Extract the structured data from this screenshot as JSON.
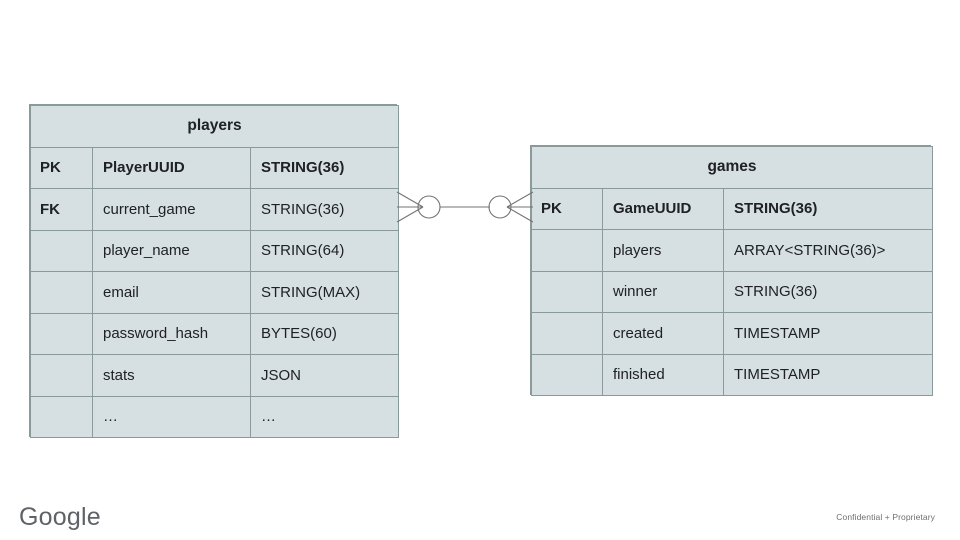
{
  "slide": {
    "background": "#ffffff",
    "table_fill": "#d6e0e2",
    "border_color": "#8a9a9a",
    "text_color": "#202124"
  },
  "entities": [
    {
      "id": "players",
      "title": "players",
      "columns": [
        {
          "key": "PK",
          "name": "PlayerUUID",
          "type": "STRING(36)",
          "bold": true
        },
        {
          "key": "FK",
          "name": "current_game",
          "type": "STRING(36)",
          "bold": false
        },
        {
          "key": "",
          "name": "player_name",
          "type": "STRING(64)",
          "bold": false
        },
        {
          "key": "",
          "name": "email",
          "type": "STRING(MAX)",
          "bold": false
        },
        {
          "key": "",
          "name": "password_hash",
          "type": "BYTES(60)",
          "bold": false
        },
        {
          "key": "",
          "name": "stats",
          "type": "JSON",
          "bold": false
        },
        {
          "key": "",
          "name": "…",
          "type": "…",
          "bold": false
        }
      ]
    },
    {
      "id": "games",
      "title": "games",
      "columns": [
        {
          "key": "PK",
          "name": "GameUUID",
          "type": "STRING(36)",
          "bold": true
        },
        {
          "key": "",
          "name": "players",
          "type": "ARRAY<STRING(36)>",
          "bold": false
        },
        {
          "key": "",
          "name": "winner",
          "type": "STRING(36)",
          "bold": false
        },
        {
          "key": "",
          "name": "created",
          "type": "TIMESTAMP",
          "bold": false
        },
        {
          "key": "",
          "name": "finished",
          "type": "TIMESTAMP",
          "bold": false
        }
      ]
    }
  ],
  "relationship": {
    "from": "players.current_game",
    "to": "games.GameUUID",
    "left_notation": "zero-or-many",
    "right_notation": "zero-or-many",
    "line_color": "#737373"
  },
  "footer": {
    "logo_text": "Google",
    "logo_color": "#5f6368",
    "note": "Confidential + Proprietary"
  }
}
